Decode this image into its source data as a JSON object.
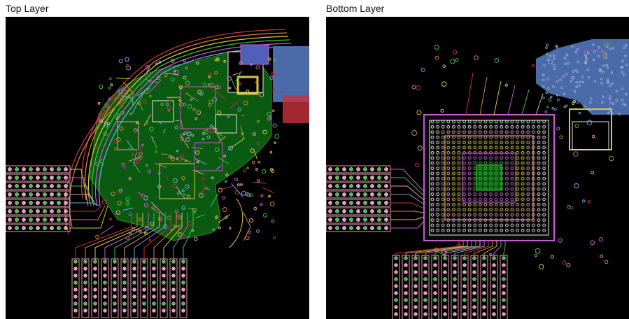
{
  "panels": {
    "top": {
      "title": "Top Layer"
    },
    "bottom": {
      "title": "Bottom Layer"
    }
  },
  "colors": {
    "background": "#000000",
    "copper_pour": "#0a5a12",
    "trace_red": "#c8323c",
    "trace_orange": "#d2873a",
    "trace_yellow": "#d7c83c",
    "trace_magenta": "#c85ad2",
    "trace_pink": "#e89ab4",
    "trace_blue": "#7aa4e6",
    "pad_green": "#3fc03f",
    "silk_white": "#e6e6e6"
  },
  "icons": {
    "board": "pcb-layout-graphic"
  }
}
